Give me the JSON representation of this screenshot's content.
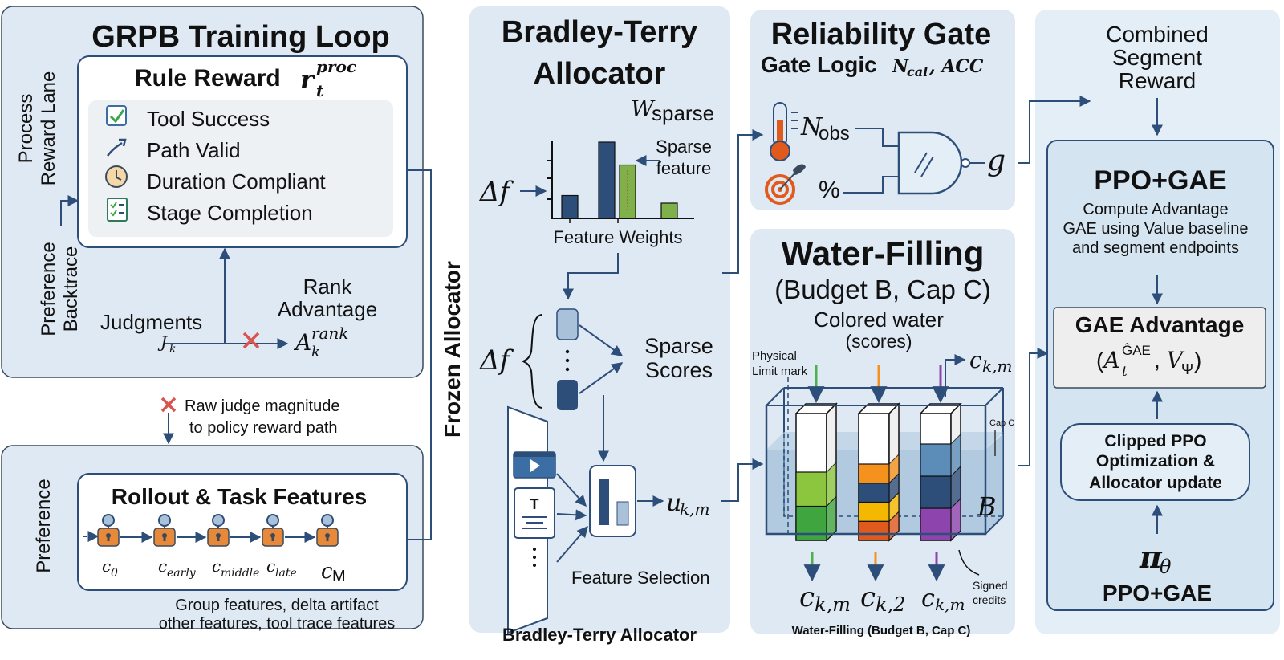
{
  "training_loop": {
    "title": "GRPB Training Loop",
    "lane_label_1": "Process",
    "lane_label_2": "Reward Lane",
    "backtrace_label_1": "Preference",
    "backtrace_label_2": "Backtrace",
    "rule_reward": {
      "title": "Rule Reward",
      "symbol": "r",
      "sup": "proc",
      "sub": "t"
    },
    "rule_items": [
      {
        "icon": "checkbox-icon",
        "label": "Tool Success"
      },
      {
        "icon": "path-arrow-icon",
        "label": "Path Valid"
      },
      {
        "icon": "clock-icon",
        "label": "Duration Compliant"
      },
      {
        "icon": "checklist-icon",
        "label": "Stage Completion"
      }
    ],
    "judgments_label": "Judgments",
    "judgments_symbol": "J",
    "judgments_sub": "k",
    "rank_label_1": "Rank",
    "rank_label_2": "Advantage",
    "rank_symbol": "A",
    "rank_sup": "rank",
    "rank_sub": "k"
  },
  "blocked_note": {
    "line1": "Raw judge magnitude",
    "line2": "to policy reward path"
  },
  "preference": {
    "side_label": "Preference",
    "title": "Rollout & Task Features",
    "nodes": [
      {
        "base": "c",
        "sub": "0"
      },
      {
        "base": "c",
        "sub": "early"
      },
      {
        "base": "c",
        "sub": "middle"
      },
      {
        "base": "c",
        "sub": "late"
      },
      {
        "base": "c",
        "sub": "M"
      }
    ],
    "footer_line1": "Group features, delta artifact",
    "footer_line2": "other features, tool trace features"
  },
  "frozen_label": "Frozen Allocator",
  "bt": {
    "title_line1": "Bradley-Terry",
    "title_line2": "Allocator",
    "w_symbol": "W",
    "w_sub": "sparse",
    "delta_f": "Δf",
    "sparse_feature_1": "Sparse",
    "sparse_feature_2": "feature",
    "feature_weights": "Feature Weights",
    "sparse_scores_1": "Sparse",
    "sparse_scores_2": "Scores",
    "u_symbol": "u",
    "u_sub": "k,m",
    "feature_selection": "Feature Selection",
    "footer": "Bradley-Terry Allocator",
    "weights_chart": {
      "type": "bar",
      "values": [
        0.3,
        1.0,
        0.7,
        0.2
      ],
      "highlight_index": 2,
      "colors": [
        "#2e4e7a",
        "#2e4e7a",
        "#7fb04a",
        "#7fb04a"
      ]
    }
  },
  "gate": {
    "title": "Reliability Gate",
    "subtitle": "Gate Logic",
    "subtitle_math": "N",
    "subtitle_math_sub": "cal",
    "subtitle_math_tail": ", ACC",
    "n_symbol": "N",
    "n_sub": "obs",
    "percent": "%",
    "g_symbol": "g"
  },
  "water": {
    "title": "Water-Filling",
    "subtitle": "(Budget B, Cap C)",
    "colored_water_1": "Colored water",
    "colored_water_2": "(scores)",
    "physical_1": "Physical",
    "physical_2": "Limit mark",
    "cap_label": "Cap C",
    "budget_label": "B",
    "c_top_symbol": "c",
    "c_top_sub": "k,m",
    "outputs": [
      {
        "base": "c",
        "sub": "k,m"
      },
      {
        "base": "c",
        "sub": "k,2"
      },
      {
        "base": "c",
        "sub": "k,m"
      }
    ],
    "signed_1": "Signed",
    "signed_2": "credits",
    "footer": "Water-Filling (Budget B, Cap C)",
    "columns": [
      {
        "color": "#4caf50",
        "segments": [
          "#3fa53f",
          "#8cc63f"
        ]
      },
      {
        "color": "#f5921e",
        "segments": [
          "#e05a1e",
          "#f5b800",
          "#2e4e7a",
          "#f5921e"
        ]
      },
      {
        "color": "#8e44ad",
        "segments": [
          "#8e44ad",
          "#2e4e7a",
          "#5b8db8"
        ]
      }
    ]
  },
  "ppo": {
    "combined_1": "Combined",
    "combined_2": "Segment",
    "combined_3": "Reward",
    "title": "PPO+GAE",
    "desc_1": "Compute Advantage",
    "desc_2": "GAE using Value baseline",
    "desc_3": "and segment endpoints",
    "gae_title": "GAE Advantage",
    "gae_A": "A",
    "gae_sup": "ĜAE",
    "gae_sub": "t",
    "gae_V": "V",
    "gae_Vsub": "Ψ",
    "clip_1": "Clipped PPO",
    "clip_2": "Optimization &",
    "clip_3": "Allocator update",
    "pi_symbol": "π",
    "pi_sub": "θ",
    "footer": "PPO+GAE"
  },
  "colors": {
    "panel_fill": "#dfe9f3",
    "panel_stroke": "#3a4a5c",
    "arrow": "#2e4e7a",
    "cross": "#d9534f",
    "bar_navy": "#2e4e7a",
    "bar_green": "#7fb04a"
  }
}
